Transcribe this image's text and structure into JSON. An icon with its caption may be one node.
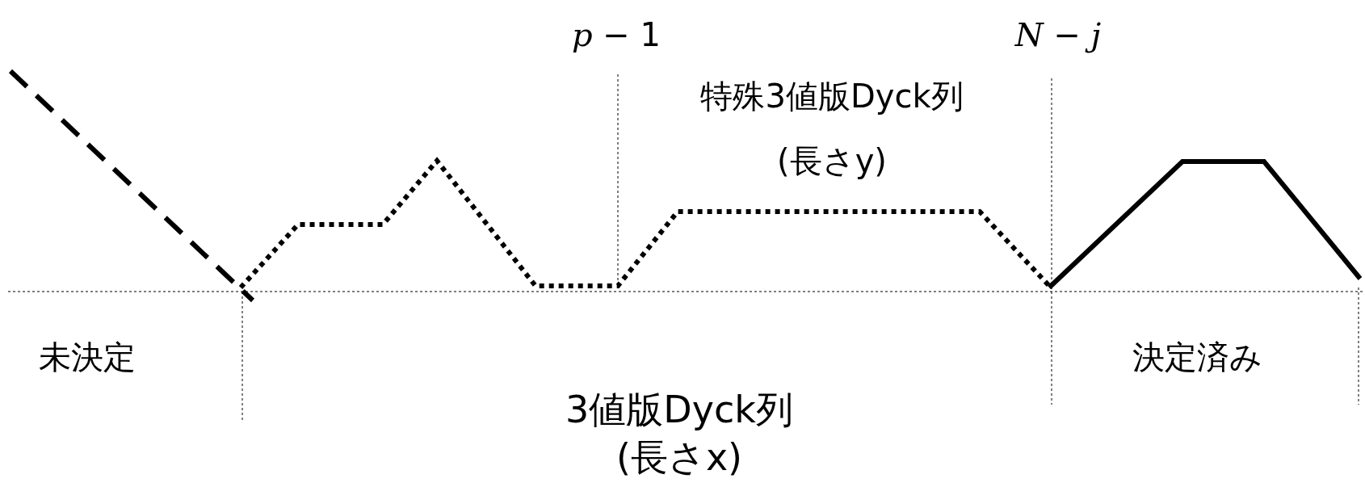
{
  "diagram": {
    "labels": [
      "*p* − 1",
      "*N* − *j*",
      "特殊3値版Dyck列",
      "(長さy)",
      "未決定",
      "3値版Dyck列",
      "(長さx)",
      "決定済み"
    ]
  }
}
